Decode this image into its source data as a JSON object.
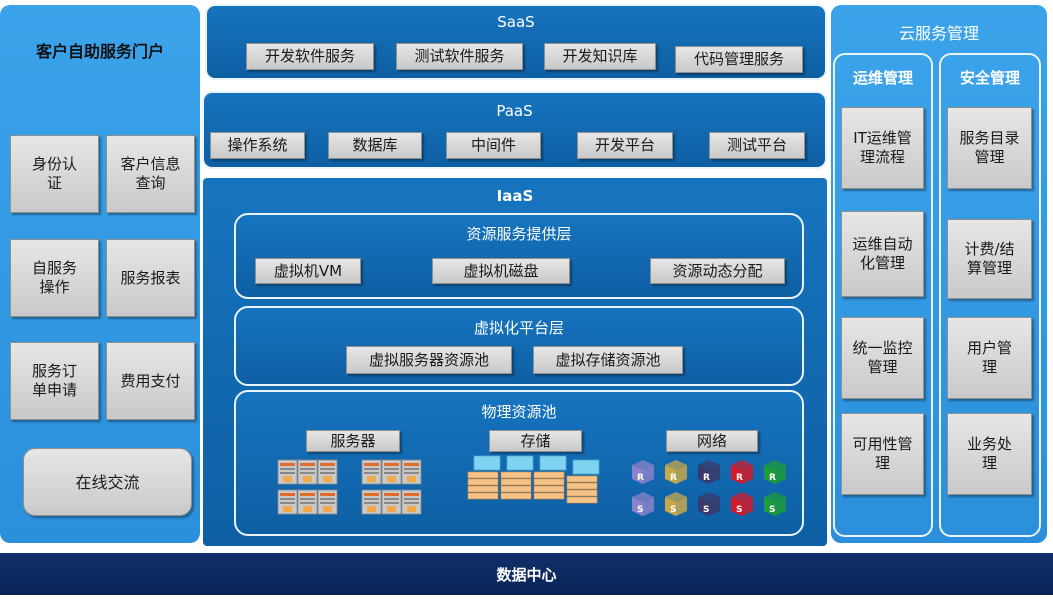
{
  "portal": {
    "title": "客户自助服务门户",
    "items": [
      {
        "lines": [
          "身份认",
          "证"
        ]
      },
      {
        "lines": [
          "客户信息",
          "查询"
        ]
      },
      {
        "lines": [
          "自服务",
          "操作"
        ]
      },
      {
        "lines": [
          "服务报表"
        ]
      },
      {
        "lines": [
          "服务订",
          "单申请"
        ]
      },
      {
        "lines": [
          "费用支付"
        ]
      }
    ],
    "chat": "在线交流"
  },
  "saas": {
    "title": "SaaS",
    "items": [
      "开发软件服务",
      "测试软件服务",
      "开发知识库",
      "代码管理服务"
    ]
  },
  "paas": {
    "title": "PaaS",
    "items": [
      "操作系统",
      "数据库",
      "中间件",
      "开发平台",
      "测试平台"
    ]
  },
  "iaas": {
    "title": "IaaS",
    "resource_layer": {
      "title": "资源服务提供层",
      "items": [
        "虚拟机VM",
        "虚拟机磁盘",
        "资源动态分配"
      ]
    },
    "virtual_layer": {
      "title": "虚拟化平台层",
      "items": [
        "虚拟服务器资源池",
        "虚拟存储资源池"
      ]
    },
    "physical_pool": {
      "title": "物理资源池",
      "categories": [
        "服务器",
        "存储",
        "网络"
      ],
      "router_letter": "R",
      "switch_letter": "S"
    }
  },
  "cloud_mgmt": {
    "title": "云服务管理",
    "ops": {
      "title": "运维管理",
      "items": [
        {
          "lines": [
            "IT运维管",
            "理流程"
          ]
        },
        {
          "lines": [
            "运维自动",
            "化管理"
          ]
        },
        {
          "lines": [
            "统一监控",
            "管理"
          ]
        },
        {
          "lines": [
            "可用性管",
            "理"
          ]
        }
      ]
    },
    "security": {
      "title": "安全管理",
      "items": [
        {
          "lines": [
            "服务目录",
            "管理"
          ]
        },
        {
          "lines": [
            "计费/结",
            "算管理"
          ]
        },
        {
          "lines": [
            "用户管",
            "理"
          ]
        },
        {
          "lines": [
            "业务处",
            "理"
          ]
        }
      ]
    }
  },
  "datacenter": {
    "label": "数据中心"
  },
  "colors": {
    "light_panel": "#2b8fdc",
    "dark_panel": "#1674be",
    "datacenter": "#0b2457",
    "box": "#d6d6d6",
    "router_colors": [
      "#8a83c9",
      "#c7a84a",
      "#3a3a6a",
      "#d11a2a",
      "#1e9b3a"
    ]
  }
}
